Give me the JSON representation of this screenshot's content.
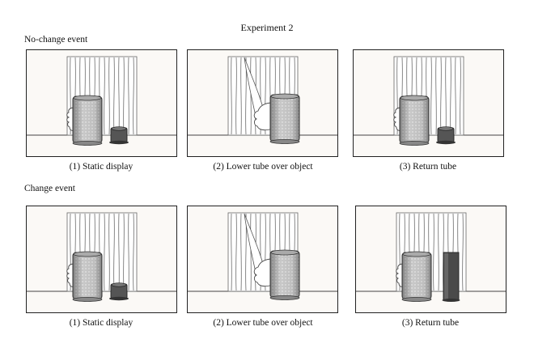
{
  "figure": {
    "title": "Experiment 2"
  },
  "rows": [
    {
      "label": "No-change event",
      "panels": [
        {
          "caption": "(1) Static display",
          "hand": "left",
          "object_shape": "short",
          "curtain_lifted": false
        },
        {
          "caption": "(2) Lower tube over object",
          "hand": "right",
          "object_shape": "none",
          "curtain_lifted": true
        },
        {
          "caption": "(3) Return tube",
          "hand": "left",
          "object_shape": "short",
          "curtain_lifted": false
        }
      ]
    },
    {
      "label": "Change event",
      "panels": [
        {
          "caption": "(1) Static display",
          "hand": "left",
          "object_shape": "short",
          "curtain_lifted": false
        },
        {
          "caption": "(2) Lower tube over object",
          "hand": "right",
          "object_shape": "none",
          "curtain_lifted": true
        },
        {
          "caption": "(3) Return tube",
          "hand": "left",
          "object_shape": "tall",
          "curtain_lifted": false
        }
      ]
    }
  ],
  "colors": {
    "frame": "#222222",
    "tube_fill": "#c8c8c8",
    "object_fill": "#555555",
    "curtain_line": "#555555"
  }
}
